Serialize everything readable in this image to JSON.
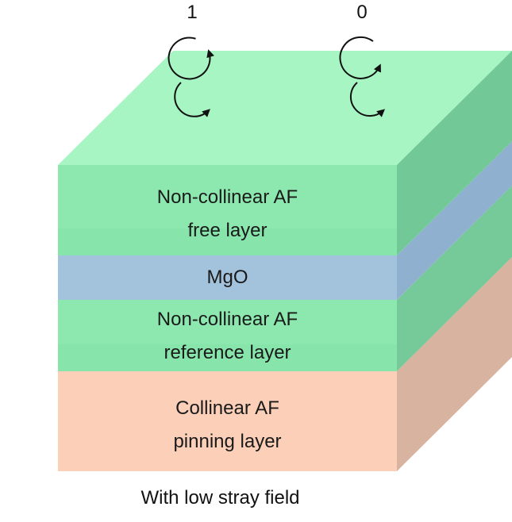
{
  "states": {
    "left": "1",
    "right": "0"
  },
  "layers": {
    "free": {
      "line1": "Non-collinear AF",
      "line2": "free layer"
    },
    "barrier": {
      "label": "MgO"
    },
    "reference": {
      "line1": "Non-collinear AF",
      "line2": "reference layer"
    },
    "pinning": {
      "line1": "Collinear AF",
      "line2": "pinning layer"
    }
  },
  "caption": "With low stray field",
  "colors": {
    "green_front": "#8de8b0",
    "green_top": "#a6f5c3",
    "green_side": "#72c896",
    "mgo_front": "#a3c2db",
    "mgo_side": "#8fb0cf",
    "pinning_front": "#fbcfb8",
    "pinning_side": "#d8b3a0"
  },
  "icons": [
    "clockwise-arrow-icon",
    "counterclockwise-arrow-icon"
  ]
}
